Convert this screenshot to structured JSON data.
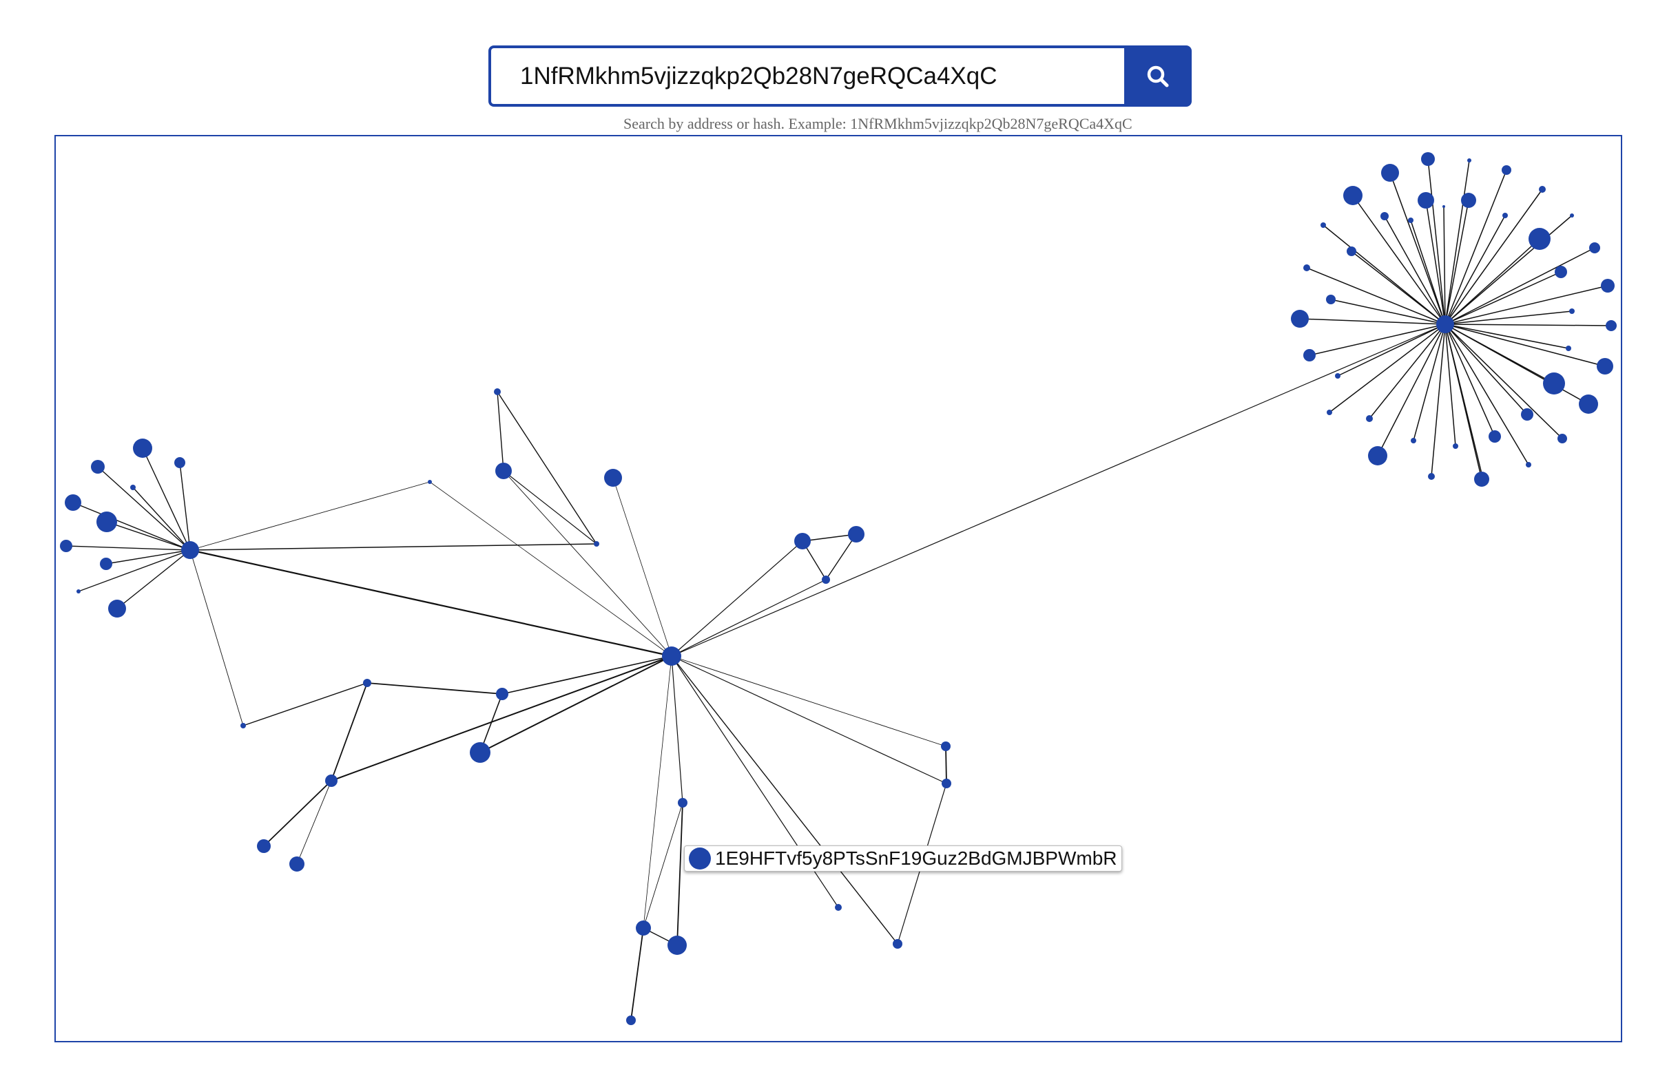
{
  "search": {
    "value": "1NfRMkhm5vjizzqkp2Qb28N7geRQCa4XqC",
    "button_icon": "search-icon",
    "hint": "Search by address or hash. Example: 1NfRMkhm5vjizzqkp2Qb28N7geRQCa4XqC"
  },
  "graph": {
    "node_color": "#1e44a8",
    "edge_color": "#111111",
    "tooltip": {
      "label": "1E9HFTvf5y8PTsSnF19Guz2BdGMJBPWmbR"
    }
  },
  "colors": {
    "accent": "#1e44a8",
    "hint_text": "#666666"
  }
}
